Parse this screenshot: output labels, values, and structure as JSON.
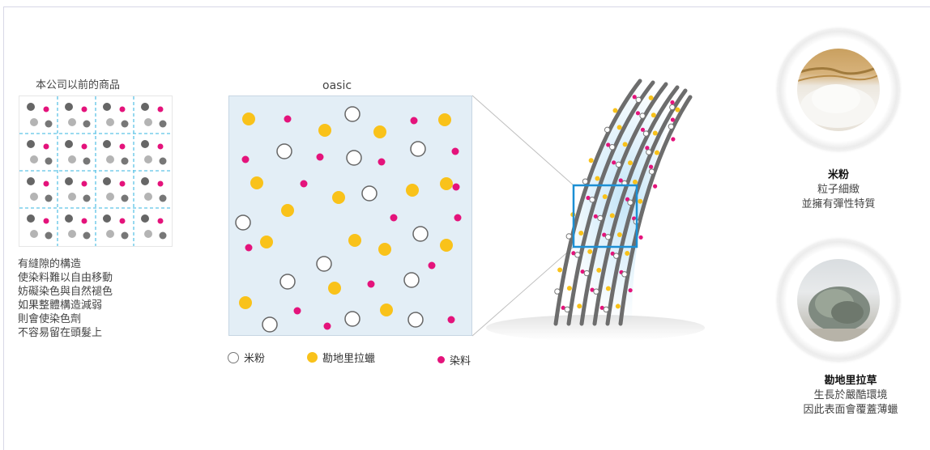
{
  "old_product": {
    "title": "本公司以前的商品",
    "description": [
      "有縫隙的構造",
      "使染料難以自由移動",
      "妨礙染色與自然褪色",
      "如果整體構造減弱",
      "則會使染色劑",
      "不容易留在頭髮上"
    ]
  },
  "oasic": {
    "title": "oasic"
  },
  "legend": [
    {
      "label": "米粉",
      "color": "#ffffff"
    },
    {
      "label": "勘地里拉蠟",
      "color": "#f9c21a"
    },
    {
      "label": "染料",
      "color": "#e4137b"
    }
  ],
  "rice": {
    "title": "米粉",
    "lines": [
      "粒子細緻",
      "並擁有彈性特質"
    ]
  },
  "candelilla": {
    "title": "勘地里拉草",
    "lines": [
      "生長於嚴酷環境",
      "因此表面會覆蓋薄蠟"
    ]
  },
  "colors": {
    "grid": "#5ec4e6",
    "yellow": "#f9c21a",
    "magenta": "#e4137b",
    "highlight": "#1c8fd4"
  }
}
